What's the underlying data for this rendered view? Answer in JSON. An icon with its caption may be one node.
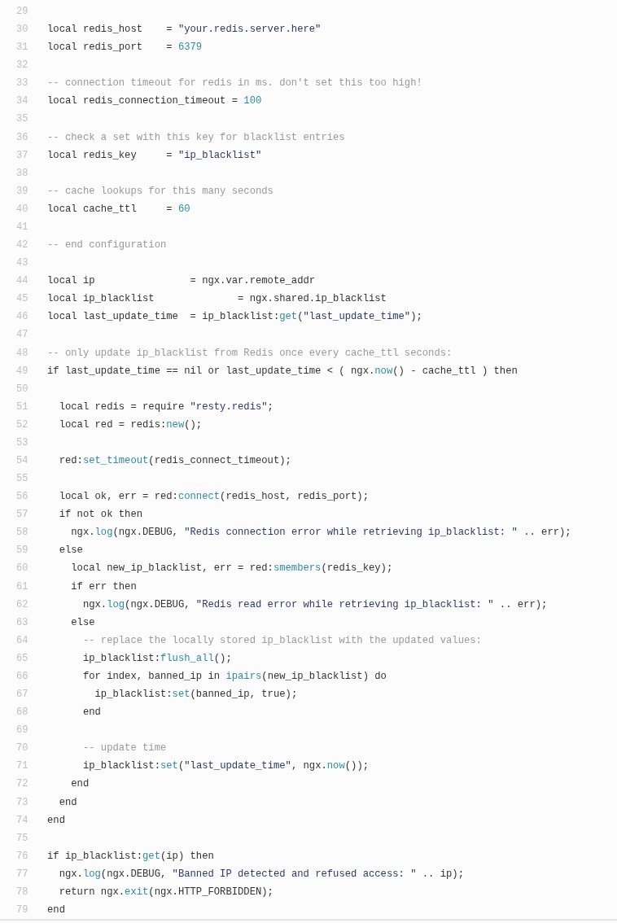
{
  "diagram": {
    "labels": [
      "29",
      "30",
      "local redis_host    = \"your.redis.server.here\"",
      "31",
      "local redis_port    = 6379",
      "32",
      "33",
      "-- connection timeout for redis in ms. don't set this too high!",
      "34",
      "local redis_connection_timeout = 100",
      "35",
      "36",
      "-- check a set with this key for blacklist entries",
      "37",
      "local redis_key     = \"ip_blacklist\"",
      "38",
      "39",
      "-- cache lookups for this many seconds",
      "40",
      "local cache_ttl     = 60",
      "41",
      "42",
      "-- end configuration",
      "43",
      "44",
      "local ip                = ngx.var.remote_addr",
      "45",
      "local ip_blacklist              = ngx.shared.ip_blacklist",
      "46",
      "local last_update_time  = ip_blacklist:get(\"last_update_time\");",
      "47",
      "48",
      "-- only update ip_blacklist from Redis once every cache_ttl seconds:",
      "49",
      "if last_update_time == nil or last_update_time < ( ngx.now() - cache_ttl ) then",
      "50",
      "51",
      "  local redis = require \"resty.redis\";",
      "52",
      "  local red = redis:new();",
      "53",
      "54",
      "  red:set_timeout(redis_connect_timeout);",
      "55",
      "56",
      "  local ok, err = red:connect(redis_host, redis_port);",
      "57",
      "  if not ok then",
      "58",
      "    ngx.log(ngx.DEBUG, \"Redis connection error while retrieving ip_blacklist: \" .. err);",
      "59",
      "  else",
      "60",
      "    local new_ip_blacklist, err = red:smembers(redis_key);",
      "61",
      "    if err then",
      "62",
      "      ngx.log(ngx.DEBUG, \"Redis read error while retrieving ip_blacklist: \" .. err);",
      "63",
      "    else",
      "64",
      "      -- replace the locally stored ip_blacklist with the updated values:",
      "65",
      "      ip_blacklist:flush_all();",
      "66",
      "      for index, banned_ip in ipairs(new_ip_blacklist) do",
      "67",
      "        ip_blacklist:set(banned_ip, true);",
      "68",
      "      end",
      "69",
      "70",
      "      -- update time",
      "71",
      "      ip_blacklist:set(\"last_update_time\", ngx.now());",
      "72",
      "    end",
      "73",
      "  end",
      "74",
      "end",
      "75",
      "76",
      "if ip_blacklist:get(ip) then",
      "77",
      "  ngx.log(ngx.DEBUG, \"Banned IP detected and refused access: \" .. ip);",
      "78",
      "  return ngx.exit(ngx.HTTP_FORBIDDEN);",
      "79",
      "end"
    ]
  }
}
